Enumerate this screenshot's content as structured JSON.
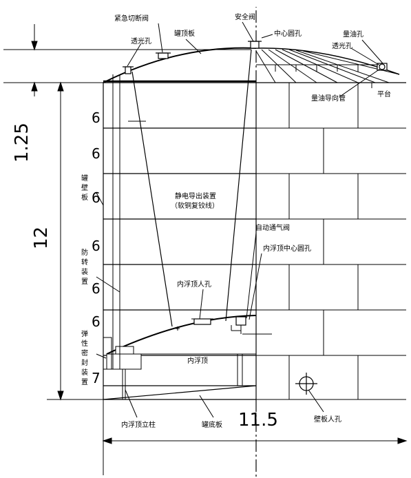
{
  "labels": {
    "emergency_valve": "紧急切断阀",
    "safety_valve": "安全阀",
    "center_hole": "中心圆孔",
    "gauge_hole": "量油孔",
    "light_hole_left": "透光孔",
    "roof_plate": "罐顶板",
    "light_hole_right": "透光孔",
    "platform": "平台",
    "gauge_guide": "量油导向管",
    "static_device": "静电导出装置",
    "static_device_note": "（软铜复铰线）",
    "auto_vent": "自动通气阀",
    "inner_center_hole": "内浮顶中心圆孔",
    "inner_manhole": "内浮顶人孔",
    "inner_roof": "内浮顶",
    "wall_plate": [
      "罐",
      "壁",
      "板"
    ],
    "anti_rotation": [
      "防",
      "转",
      "装",
      "置"
    ],
    "elastic_seal": [
      "弹",
      "性",
      "密",
      "封",
      "装",
      "置"
    ],
    "pillar": "内浮顶立柱",
    "bottom_plate": "罐底板",
    "wall_manhole": "壁板人孔"
  },
  "dimensions": {
    "roof_height": "1.25",
    "wall_height": "12",
    "diameter": "11.5"
  },
  "ring_thickness": [
    "6",
    "6",
    "6",
    "6",
    "6",
    "6",
    "7"
  ]
}
